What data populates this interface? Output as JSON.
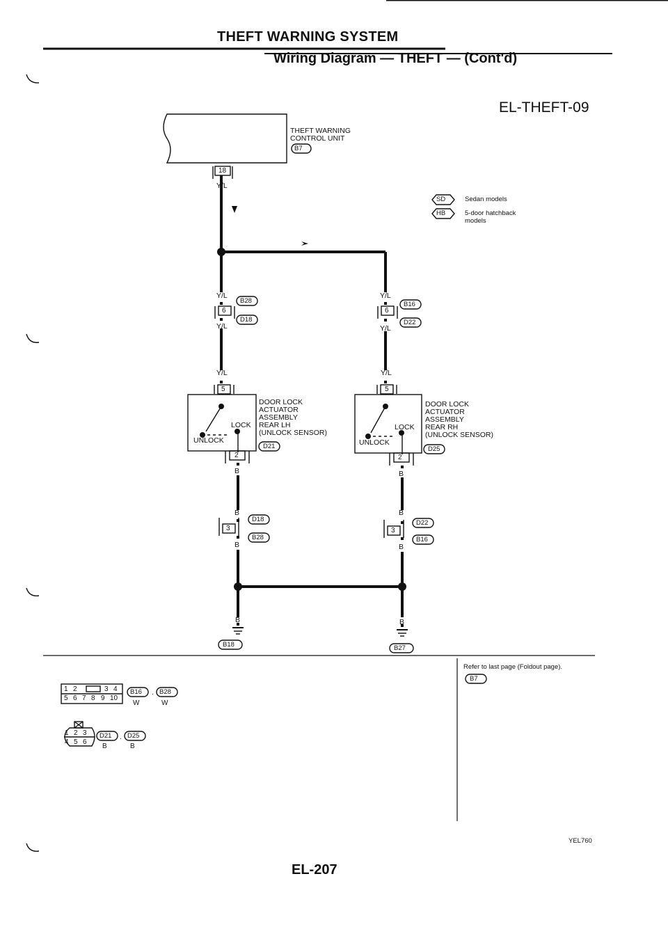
{
  "header": {
    "title": "THEFT WARNING SYSTEM",
    "subtitle": "Wiring Diagram — THEFT — (Cont'd)",
    "page_code": "EL-THEFT-09"
  },
  "control_unit": {
    "name_line1": "THEFT WARNING",
    "name_line2": "CONTROL UNIT",
    "connector": "B7",
    "pin": "18",
    "wire": "Y/L"
  },
  "legend": [
    {
      "tag": "SD",
      "text": "Sedan models"
    },
    {
      "tag": "HB",
      "text": "5-door hatchback",
      "text2": "models"
    }
  ],
  "left_branch": {
    "wire_upper": "Y/L",
    "pin_upper": "6",
    "conn_a": "B28",
    "conn_b": "D18",
    "wire_lower": "Y/L",
    "wire_to_actuator": "Y/L",
    "pin_in": "5",
    "actuator": [
      "DOOR LOCK",
      "ACTUATOR",
      "ASSEMBLY",
      "REAR LH",
      "(UNLOCK SENSOR)"
    ],
    "actuator_conn": "D21",
    "lock": "LOCK",
    "unlock": "UNLOCK",
    "pin_out": "2",
    "wire_out": "B",
    "wire_b1": "B",
    "pin_lower": "3",
    "conn_c": "D18",
    "conn_d": "B28",
    "wire_b2": "B",
    "ground_wire": "B",
    "ground": "B18"
  },
  "right_branch": {
    "wire_upper": "Y/L",
    "pin_upper": "6",
    "conn_a": "B16",
    "conn_b": "D22",
    "wire_lower": "Y/L",
    "wire_to_actuator": "Y/L",
    "pin_in": "5",
    "actuator": [
      "DOOR LOCK",
      "ACTUATOR",
      "ASSEMBLY",
      "REAR RH",
      "(UNLOCK SENSOR)"
    ],
    "actuator_conn": "D25",
    "lock": "LOCK",
    "unlock": "UNLOCK",
    "pin_out": "2",
    "wire_out": "B",
    "wire_b1": "B",
    "pin_lower": "3",
    "conn_c": "D22",
    "conn_d": "B16",
    "wire_b2": "B",
    "ground_wire": "B",
    "ground": "B27"
  },
  "connector_views": {
    "top_pins": [
      "1",
      "2",
      "3",
      "4"
    ],
    "bottom_pins": [
      "5",
      "6",
      "7",
      "8",
      "9",
      "10"
    ],
    "top_conn_a": "B16",
    "top_sep": ".",
    "top_conn_b": "B28",
    "top_color_a": "W",
    "top_color_b": "W",
    "round_top": [
      "1",
      "2",
      "3"
    ],
    "round_bottom": [
      "4",
      "5",
      "6"
    ],
    "bot_conn_a": "D21",
    "bot_sep": ".",
    "bot_conn_b": "D25",
    "bot_color_a": "B",
    "bot_color_b": "B"
  },
  "refer_note": {
    "text": "Refer to last page (Foldout page).",
    "conn": "B7"
  },
  "figure_code": "YEL760",
  "page_number": "EL-207"
}
